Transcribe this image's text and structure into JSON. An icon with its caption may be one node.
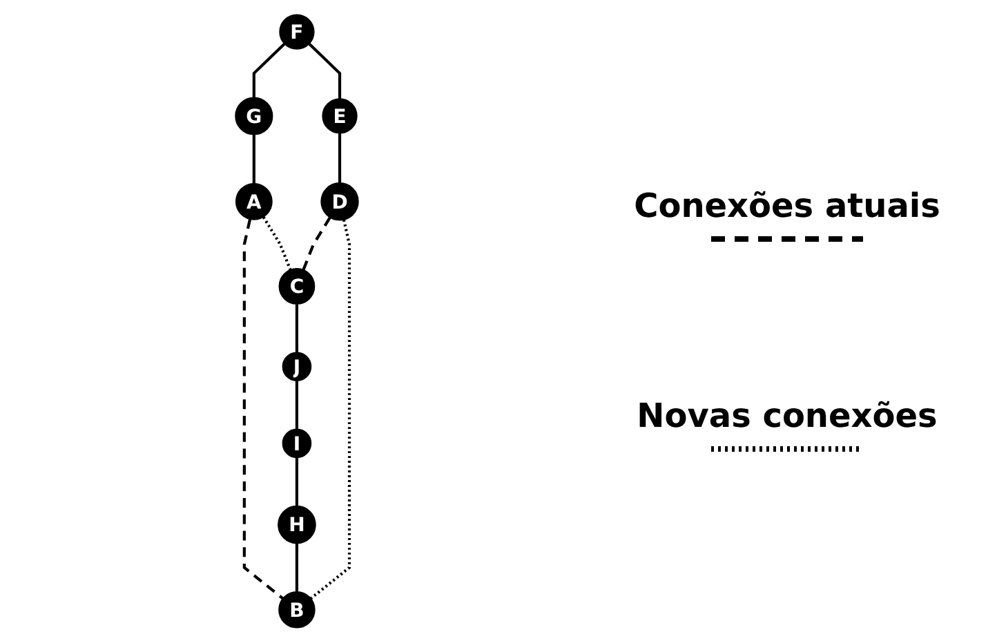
{
  "diagram": {
    "nodes": [
      {
        "text": [
          "F"
        ]
      },
      {
        "text": [
          "G"
        ]
      },
      {
        "text": [
          "E"
        ]
      },
      {
        "text": [
          "D"
        ]
      },
      {
        "text": [
          "A"
        ]
      },
      {
        "text": [
          "B"
        ]
      },
      {
        "text": [
          "C"
        ]
      },
      {
        "text": [
          "I"
        ]
      },
      {
        "text": [
          "H"
        ]
      },
      {
        "text": [
          "J"
        ]
      }
    ],
    "edges": [
      {
        "from": 0,
        "to": 1,
        "arrow": "none"
      },
      {
        "from": 0,
        "to": 2,
        "arrow": "none"
      },
      {
        "from": 1,
        "to": 4,
        "arrow": "none"
      },
      {
        "from": 2,
        "to": 3,
        "arrow": "none"
      },
      {
        "from": 4,
        "to": 5,
        "arrow": "none",
        "style": "dashed"
      },
      {
        "from": 3,
        "to": 6,
        "arrow": "none",
        "style": "dashed"
      },
      {
        "from": 4,
        "to": 6,
        "arrow": "none",
        "style": "dashed"
      },
      {
        "from": 3,
        "to": 5,
        "arrow": "none",
        "style": "dashed"
      },
      {
        "from": 6,
        "to": 9,
        "arrow": "none"
      },
      {
        "from": 9,
        "to": 7,
        "arrow": "none"
      },
      {
        "from": 7,
        "to": 8,
        "arrow": "none"
      },
      {
        "from": 8,
        "to": 5,
        "arrow": "none"
      }
    ],
    "legend": [
      {
        "text": "Conexões atuais"
      },
      {
        "text": "Novas conexões"
      }
    ]
  }
}
